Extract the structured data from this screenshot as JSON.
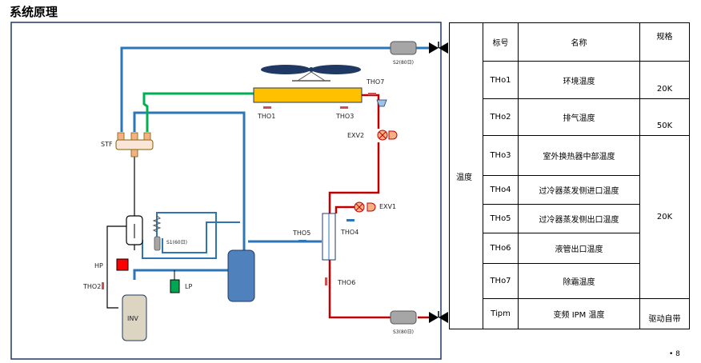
{
  "page_title": "系统原理",
  "page_number": "• 8",
  "diagram": {
    "labels": {
      "s2": "S2(80日)",
      "s3": "S3(80日)",
      "s1": "S1(60日)",
      "tho7": "THO7",
      "tho1": "THO1",
      "tho3": "THO3",
      "exv2": "EXV2",
      "exv1": "EXV1",
      "stf": "STF",
      "tho5": "THO5",
      "tho4": "THO4",
      "tho6": "THO6",
      "hp": "HP",
      "lp": "LP",
      "tho2": "THO2",
      "inv": "INV"
    }
  },
  "table": {
    "category": "温度",
    "headers": {
      "id": "标号",
      "name": "名称",
      "spec": "规格"
    },
    "rows": [
      {
        "id": "THo1",
        "name": "环境温度",
        "spec": "20K"
      },
      {
        "id": "THo2",
        "name": "排气温度",
        "spec": "50K"
      },
      {
        "id": "THo3",
        "name": "室外换热器中部温度"
      },
      {
        "id": "THo4",
        "name": "过冷器蒸发侧进口温度"
      },
      {
        "id": "THo5",
        "name": "过冷器蒸发侧出口温度"
      },
      {
        "id": "THo6",
        "name": "液管出口温度"
      },
      {
        "id": "THo7",
        "name": "除霜温度"
      },
      {
        "id": "Tipm",
        "name": "变频 IPM 温度",
        "spec": "驱动自带"
      }
    ],
    "group_spec": "20K"
  },
  "colors": {
    "frame": "#1f3864",
    "blue_pipe": "#2e75b6",
    "green_pipe": "#00b050",
    "red_pipe": "#c00000",
    "condenser": "#ffc000",
    "accumulator": "#4f81bd",
    "hp_switch": "#ff0000",
    "lp_switch": "#00a651"
  }
}
